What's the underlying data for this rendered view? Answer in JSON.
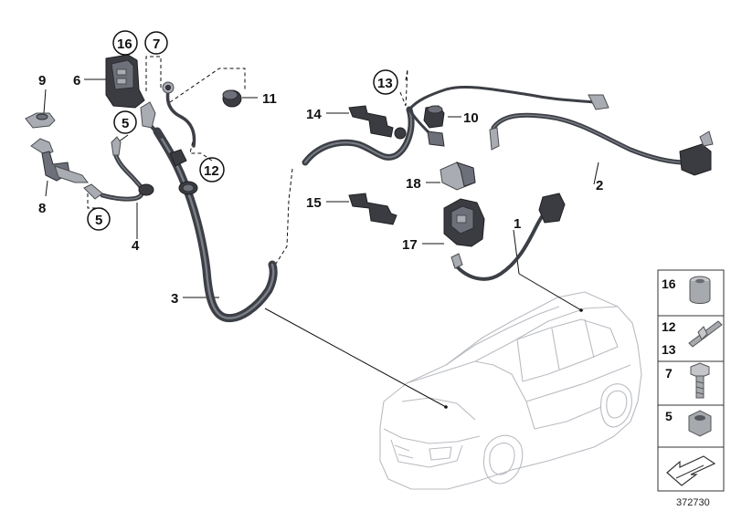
{
  "callouts": [
    {
      "id": "c1",
      "label": "1"
    },
    {
      "id": "c2",
      "label": "2"
    },
    {
      "id": "c3",
      "label": "3"
    },
    {
      "id": "c4",
      "label": "4"
    },
    {
      "id": "c5a",
      "label": "5"
    },
    {
      "id": "c5b",
      "label": "5"
    },
    {
      "id": "c6",
      "label": "6"
    },
    {
      "id": "c7",
      "label": "7"
    },
    {
      "id": "c8",
      "label": "8"
    },
    {
      "id": "c9",
      "label": "9"
    },
    {
      "id": "c10",
      "label": "10"
    },
    {
      "id": "c11",
      "label": "11"
    },
    {
      "id": "c12",
      "label": "12"
    },
    {
      "id": "c13",
      "label": "13"
    },
    {
      "id": "c14",
      "label": "14"
    },
    {
      "id": "c15",
      "label": "15"
    },
    {
      "id": "c16",
      "label": "16"
    },
    {
      "id": "c17",
      "label": "17"
    },
    {
      "id": "c18",
      "label": "18"
    }
  ],
  "side_panel": {
    "rows": [
      {
        "label": "16",
        "icon": "torx-plug-icon"
      },
      {
        "label": "12",
        "label2": "13",
        "icon": "cable-tie-icon"
      },
      {
        "label": "7",
        "icon": "hex-bolt-icon"
      },
      {
        "label": "5",
        "icon": "hex-nut-icon"
      }
    ],
    "bottom_icon": "arrow-sign-icon"
  },
  "diagram_number": "372730"
}
